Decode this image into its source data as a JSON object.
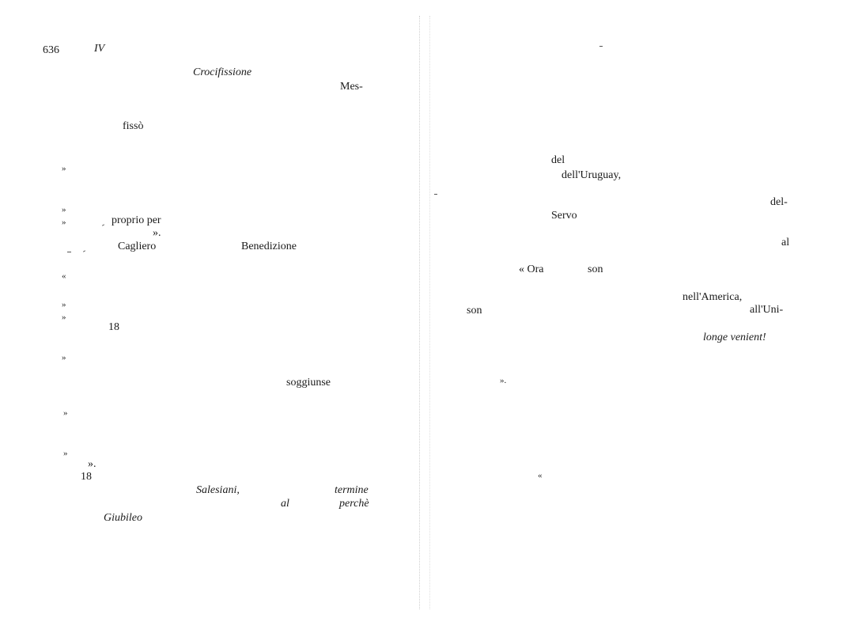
{
  "header": {
    "page_number": "636",
    "chapter": "IV"
  },
  "left_page": {
    "crocifissione": "Crocifissione",
    "mes": "Mes-",
    "fisso": "fissò",
    "close_quote_1": "»",
    "close_quote_2": "»",
    "close_quote_3": "»",
    "proprio_per": "proprio per",
    "close_quote_period_1": "».",
    "cagliero": "Cagliero",
    "benedizione": "Benedizione",
    "open_quote": "«",
    "close_quote_4": "»",
    "close_quote_5": "»",
    "eighteen_1": "18",
    "close_quote_6": "»",
    "soggiunse": "soggiunse",
    "close_quote_7": "»",
    "close_quote_8": "»",
    "close_quote_period_2": "».",
    "eighteen_2": "18",
    "salesiani": "Salesiani,",
    "termine": "termine",
    "al": "al",
    "perche": "perchè",
    "giubileo": "Giubileo"
  },
  "right_page": {
    "del": "del",
    "uruguay": "dell'Uruguay,",
    "del_hyphen": "del-",
    "servo": "Servo",
    "al": "al",
    "ora": "« Ora",
    "son_1": "son",
    "america": "nell'America,",
    "son_2": "son",
    "all_uni": "all'Uni-",
    "longe": "longe venient!",
    "close_quote_period": "».",
    "open_quote": "«"
  }
}
